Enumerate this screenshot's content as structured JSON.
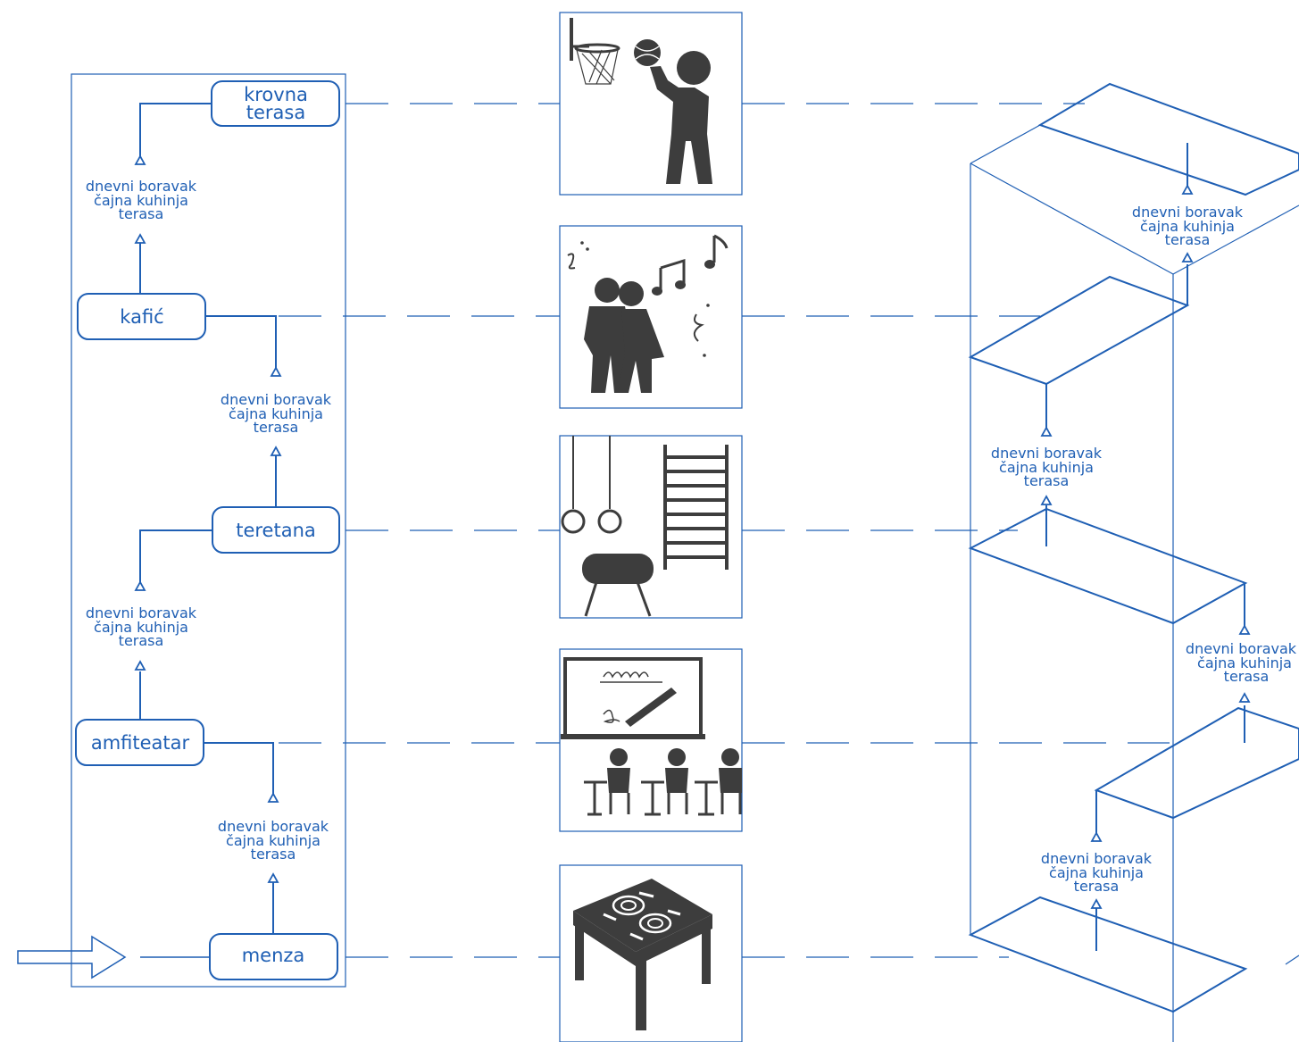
{
  "diagram": {
    "node_labels": {
      "krovna_line1": "krovna",
      "krovna_line2": "terasa",
      "kafic": "kafić",
      "teretana": "teretana",
      "amfiteatar": "amfiteatar",
      "menza": "menza"
    },
    "connector_label": {
      "line1": "dnevni boravak",
      "line2": "čajna kuhinja",
      "line3": "terasa"
    },
    "right_connector_label_partial": {
      "line1": "dnevni boravak",
      "line2": "čajna kuhinja",
      "line3": "terasa"
    },
    "icons": [
      "basketball-player-icon",
      "dancing-couple-music-icon",
      "gym-equipment-icon",
      "classroom-icon",
      "dining-table-icon"
    ],
    "colors": {
      "accent": "#1f5fb4",
      "icon": "#3d3d3d"
    }
  }
}
